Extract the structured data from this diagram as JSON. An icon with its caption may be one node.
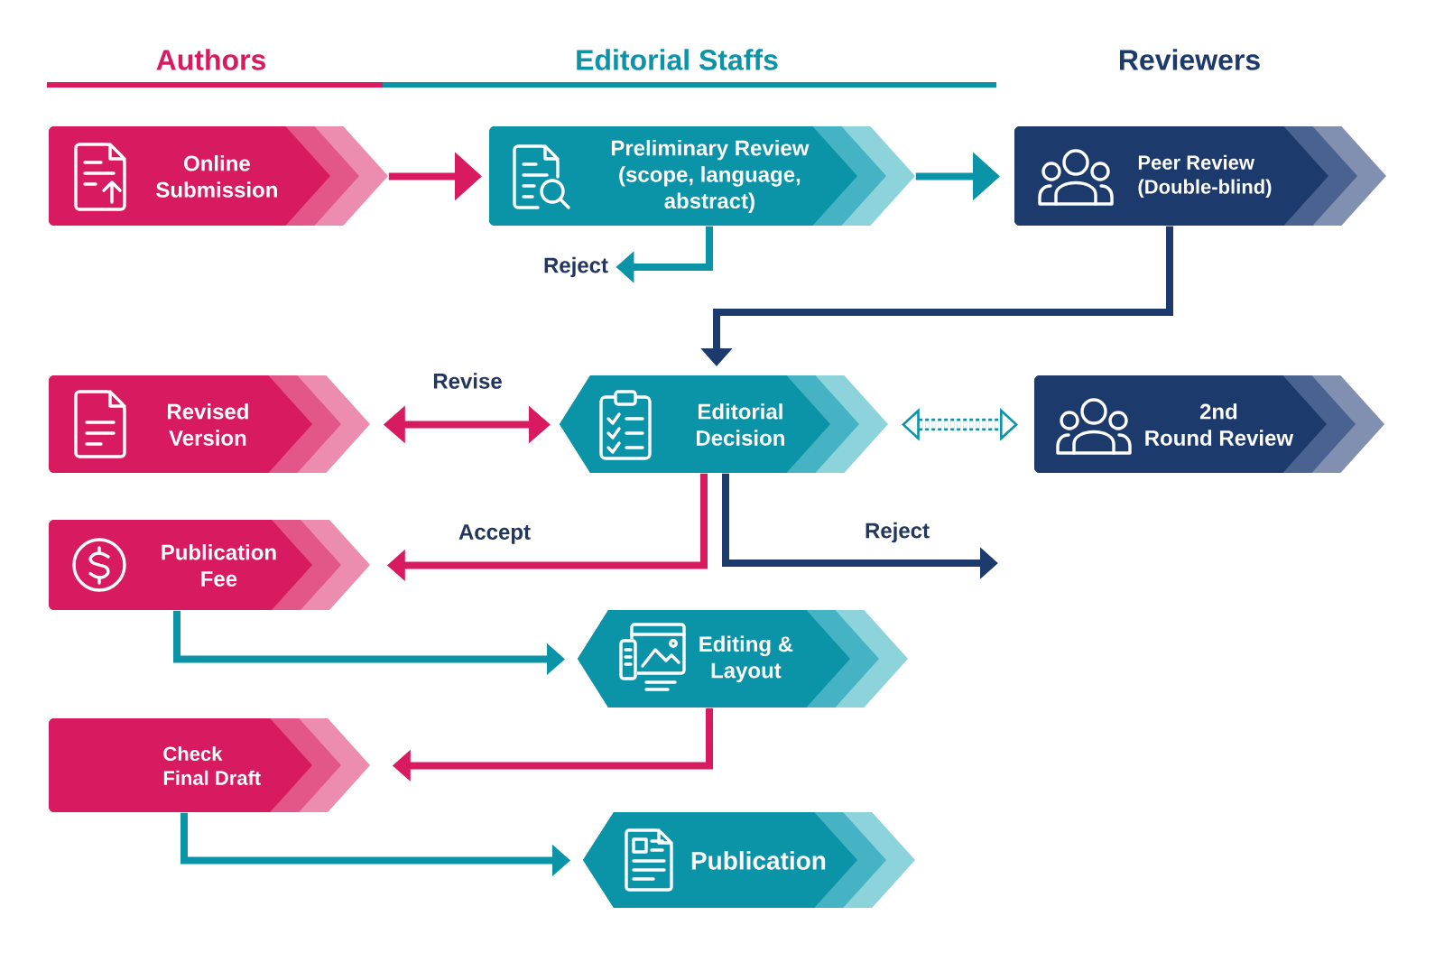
{
  "diagram": {
    "nodes": [
      {
        "text": [
          "Online Submission"
        ]
      },
      {
        "text": [
          "Preliminary Review (scope, language, abstract)"
        ]
      },
      {
        "text": [
          "Peer Review (Double-blind)"
        ]
      },
      {
        "text": [
          "Reject"
        ]
      },
      {
        "text": [
          "Revised Version"
        ]
      },
      {
        "text": [
          "Editorial Decision"
        ]
      },
      {
        "text": [
          "2nd Round Review"
        ]
      },
      {
        "text": [
          "Publication Fee"
        ]
      },
      {
        "text": [
          "Editing & Layout"
        ]
      },
      {
        "text": [
          "Check Final Draft"
        ]
      },
      {
        "text": [
          "Publication"
        ]
      }
    ],
    "edges": [
      {
        "from": 0,
        "to": 1,
        "arrow": "to",
        "color": "#d81b60"
      },
      {
        "from": 1,
        "to": 2,
        "arrow": "to"
      },
      {
        "from": 1,
        "to": 3,
        "arrow": "to"
      },
      {
        "from": 2,
        "to": 5,
        "arrow": "to",
        "color": "#1d3a6c"
      },
      {
        "from": 4,
        "to": 5,
        "arrow": "both",
        "label": "Revise",
        "color": "#d81b60"
      },
      {
        "from": 5,
        "to": 6,
        "arrow": "both",
        "style": "dashed"
      },
      {
        "from": 5,
        "to": 7,
        "arrow": "to",
        "label": "Accept",
        "color": "#d81b60"
      },
      {
        "from": 5,
        "to": null,
        "arrow": "to",
        "label": "Reject",
        "color": "#1d3a6c"
      },
      {
        "from": 7,
        "to": 8,
        "arrow": "to"
      },
      {
        "from": 8,
        "to": 9,
        "arrow": "to",
        "color": "#d81b60"
      },
      {
        "from": 9,
        "to": 10,
        "arrow": "to"
      }
    ],
    "labels": [
      "Authors",
      "Editorial Staffs",
      "Reviewers"
    ]
  }
}
